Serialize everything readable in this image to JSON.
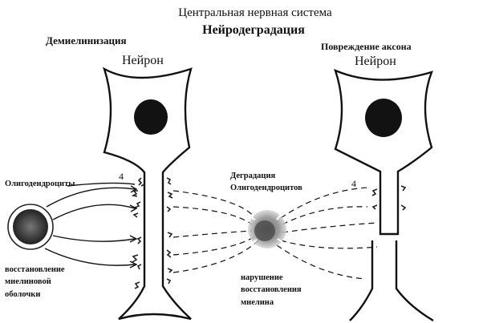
{
  "diagram": {
    "top_title": "Центральная нервная система",
    "main_title": "Нейродеградация",
    "left": {
      "heading": "Демиелинизация",
      "neuron_label": "Нейрон",
      "number_label": "4",
      "oligo_label": "Олигодендроциты",
      "restore_line1": "восстановление",
      "restore_line2": "миелиновой",
      "restore_line3": "оболочки"
    },
    "middle": {
      "degradation_line1": "Деградация",
      "degradation_line2": "Олигодендроцитов",
      "impair_line1": "нарушение",
      "impair_line2": "восстановления",
      "impair_line3": "мнелина"
    },
    "right": {
      "heading": "Повреждение аксона",
      "neuron_label": "Нейрон",
      "number_label": "4"
    },
    "colors": {
      "ink": "#111111",
      "nucleus": "#121212",
      "oligo_dark": "#3a3a3a",
      "paper": "#ffffff"
    }
  }
}
